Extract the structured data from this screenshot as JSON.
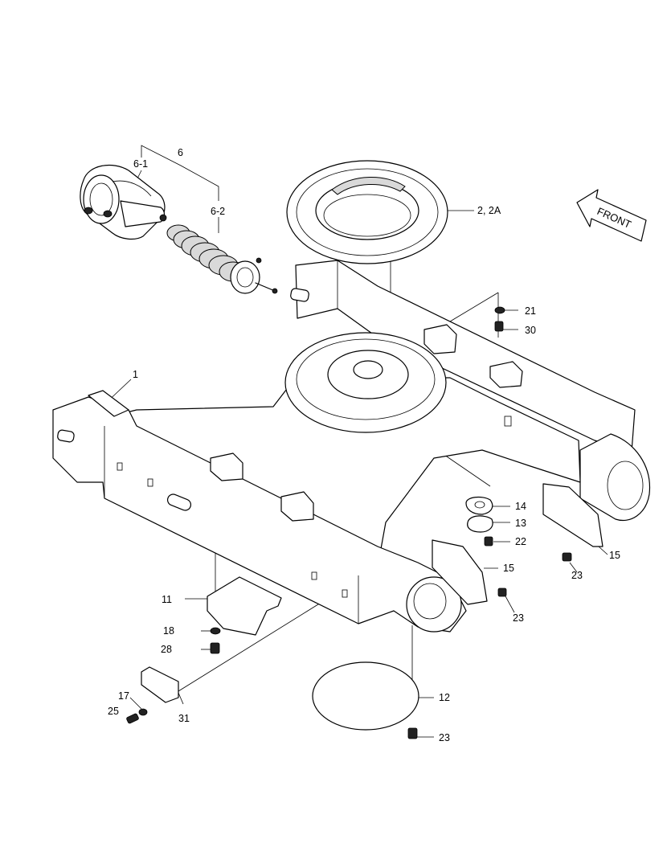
{
  "labels": {
    "l_6": "6",
    "l_6_1": "6-1",
    "l_6_2": "6-2",
    "l_2_2a": "2, 2A",
    "l_front": "FRONT",
    "l_21": "21",
    "l_30": "30",
    "l_1": "1",
    "l_14": "14",
    "l_13": "13",
    "l_22": "22",
    "l_15a": "15",
    "l_15b": "15",
    "l_23a": "23",
    "l_23b": "23",
    "l_23c": "23",
    "l_11": "11",
    "l_18": "18",
    "l_28": "28",
    "l_12": "12",
    "l_17": "17",
    "l_25": "25",
    "l_31": "31"
  }
}
